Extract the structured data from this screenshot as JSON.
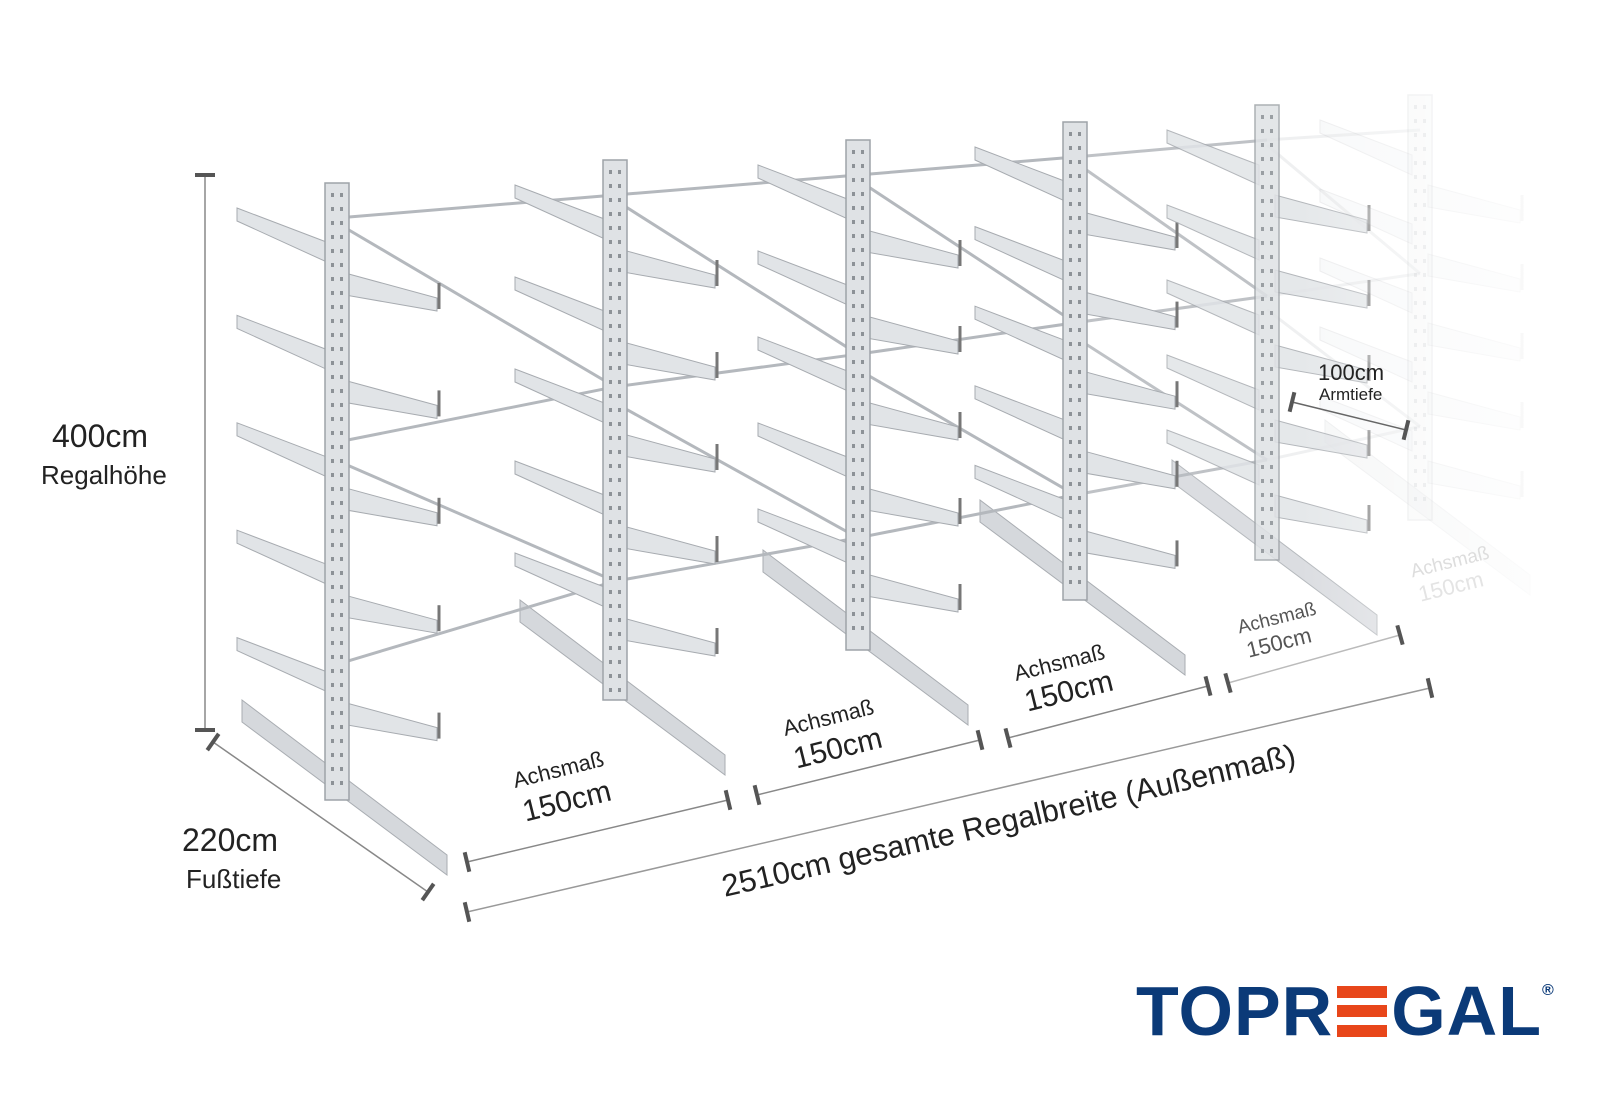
{
  "dimensions": {
    "height": {
      "value": "400cm",
      "label": "Regalhöhe"
    },
    "depth": {
      "value": "220cm",
      "label": "Fußtiefe"
    },
    "arm_depth": {
      "value": "100cm",
      "label": "Armtiefe"
    },
    "total_width": {
      "text": "2510cm gesamte Regalbreite  (Außenmaß)"
    },
    "bays": [
      {
        "label": "Achsmaß",
        "value": "150cm"
      },
      {
        "label": "Achsmaß",
        "value": "150cm"
      },
      {
        "label": "Achsmaß",
        "value": "150cm"
      },
      {
        "label": "Achsmaß",
        "value": "150cm"
      },
      {
        "label": "Achsmaß",
        "value": "150cm"
      }
    ]
  },
  "logo": {
    "text_left": "TOPR",
    "text_right": "GAL",
    "registered": "®",
    "full": "TOPREGAL",
    "color": "#0b3a78",
    "accent": "#e8461a"
  }
}
